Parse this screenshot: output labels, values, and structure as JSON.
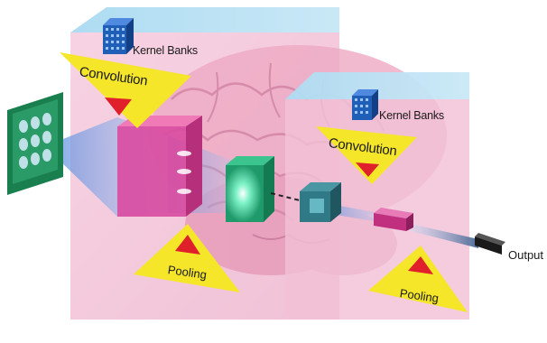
{
  "diagram": {
    "stages": [
      {
        "kernel_label": "Kernel Banks",
        "convolution_label": "Convolution",
        "pooling_label": "Pooling"
      },
      {
        "kernel_label": "Kernel Banks",
        "convolution_label": "Convolution",
        "pooling_label": "Pooling"
      }
    ],
    "output_label": "Output",
    "colors": {
      "block_front": "#f3c6d8",
      "block_top": "#b9dff0",
      "triangle": "#f5e62a",
      "triangle_mark": "#e0202a",
      "kernel_cube": "#1f5fb8",
      "feature_map_1": "#d9409a",
      "feature_map_2": "#1f9a6a",
      "feature_map_3": "#2a6f7a",
      "feature_map_4": "#c0307e",
      "input_image": "#1f8a55",
      "beam": "#7aa8e6"
    }
  }
}
